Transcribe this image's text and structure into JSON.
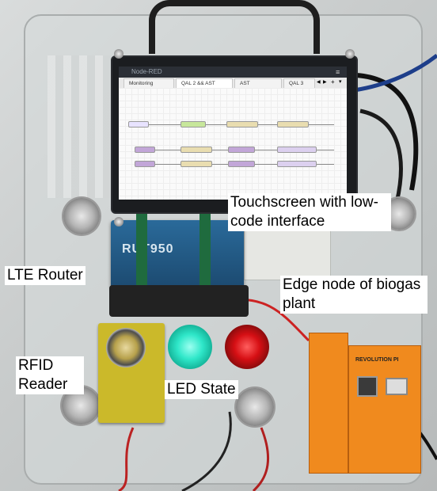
{
  "screen": {
    "app_title": "Node-RED",
    "menu_icon": "≡",
    "tabs": [
      "Monitoring",
      "QAL 2 && AST",
      "AST",
      "QAL 3"
    ],
    "nav": [
      "◀",
      "▶",
      "+",
      "▾"
    ]
  },
  "labels": {
    "touchscreen": "Touchscreen with low-code interface",
    "lte": "LTE Router",
    "edge": "Edge node of biogas plant",
    "rfid": "RFID Reader",
    "led": "LED State"
  },
  "router_text": "RUT950",
  "module_text": "REVOLUTION PI",
  "colors": {
    "led_green": "#2fe7c9",
    "led_red": "#d60f14",
    "plc_orange": "#f08a1e",
    "router_blue": "#1f4f7a"
  }
}
